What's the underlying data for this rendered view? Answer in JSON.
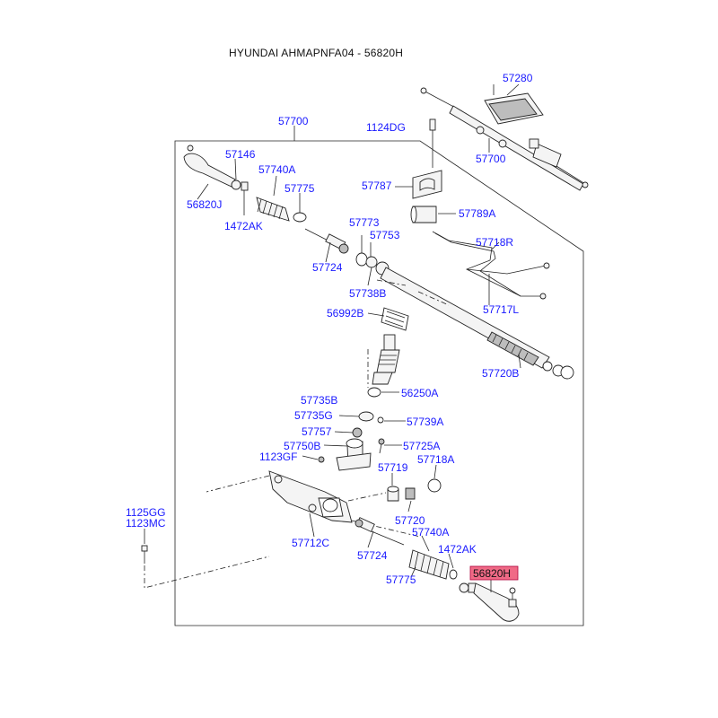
{
  "title": "HYUNDAI AHMAPNFA04 - 56820H",
  "highlight_color": "#f06a86",
  "link_color": "#1a1aff",
  "labels": {
    "p57280": "57280",
    "p57700_top": "57700",
    "p57700_box": "57700",
    "p1124DG": "1124DG",
    "p57146": "57146",
    "p57740A_top": "57740A",
    "p57775_top": "57775",
    "p56820J": "56820J",
    "p1472AK_top": "1472AK",
    "p57787": "57787",
    "p57789A": "57789A",
    "p57773": "57773",
    "p57753": "57753",
    "p57718R": "57718R",
    "p57724_top": "57724",
    "p57738B": "57738B",
    "p57717L": "57717L",
    "p56992B": "56992B",
    "p57720B": "57720B",
    "p57735B": "57735B",
    "p56250A": "56250A",
    "p57735G": "57735G",
    "p57739A": "57739A",
    "p57757": "57757",
    "p57750B": "57750B",
    "p57725A": "57725A",
    "p1123GF": "1123GF",
    "p57719": "57719",
    "p57718A": "57718A",
    "p1125GG": "1125GG",
    "p1123MC": "1123MC",
    "p57712C": "57712C",
    "p57720": "57720",
    "p57740A_bot": "57740A",
    "p1472AK_bot": "1472AK",
    "p57724_bot": "57724",
    "p56820H": "56820H",
    "p57775_bot": "57775"
  }
}
